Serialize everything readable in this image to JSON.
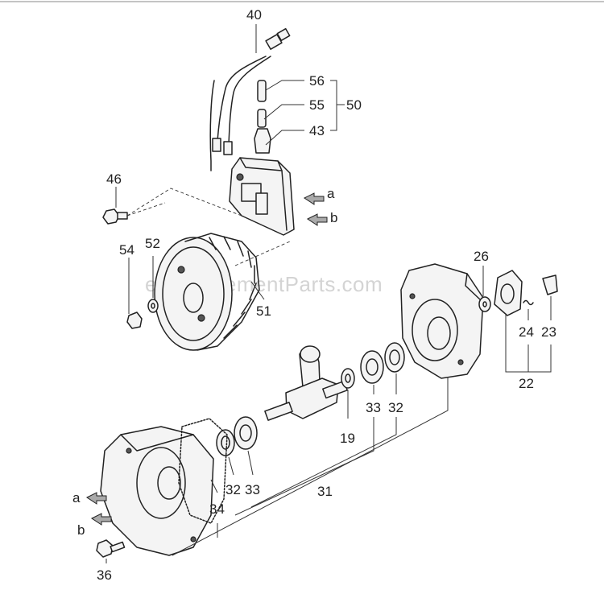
{
  "watermark": "eReplacementParts.com",
  "callouts": {
    "n40": "40",
    "n56": "56",
    "n55": "55",
    "n50": "50",
    "n43": "43",
    "n46": "46",
    "n54": "54",
    "n52": "52",
    "n51": "51",
    "n26": "26",
    "n24": "24",
    "n23": "23",
    "n22": "22",
    "n19": "19",
    "n33a": "33",
    "n32a": "32",
    "n31": "31",
    "n32b": "32",
    "n33b": "33",
    "n34": "34",
    "n36": "36"
  },
  "direction_marks": {
    "upper_a": "a",
    "upper_b": "b",
    "lower_a": "a",
    "lower_b": "b"
  }
}
